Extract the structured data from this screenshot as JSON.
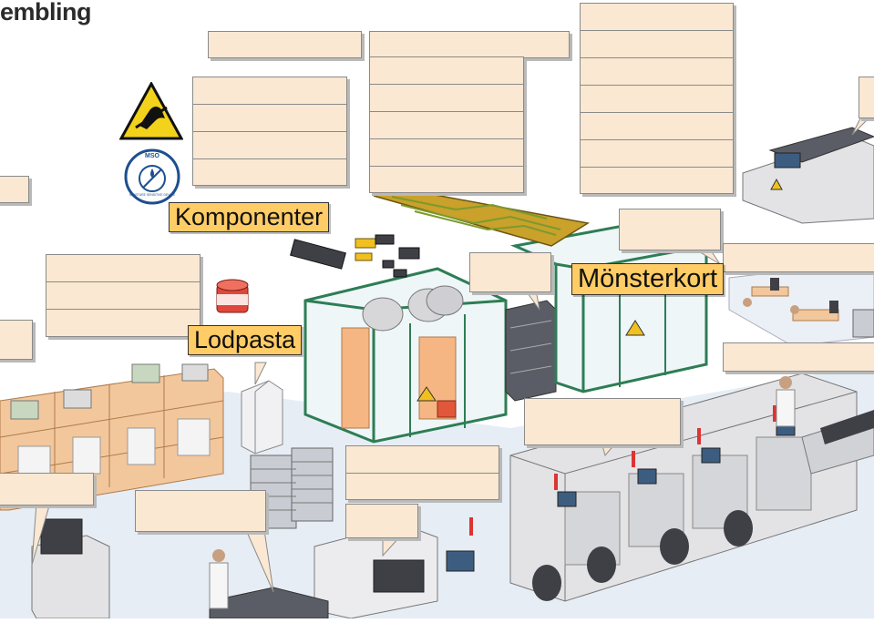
{
  "title": "embling",
  "labels": {
    "komponenter": "Komponenter",
    "lodpasta": "Lodpasta",
    "monsterkort": "Mönsterkort"
  },
  "esd_badge_text": "MSO",
  "msd_badge_text": "MOISTURE SENSITIVE DEVICES",
  "colors": {
    "label_fill": "#ffcc66",
    "callout_fill": "#fbe8d2",
    "callout_border": "#8a8a8a",
    "glass_frame": "#2e7d55",
    "floor": "#e6edf5",
    "machine": "#e3e3e6",
    "shelf_wood": "#f2c79c"
  },
  "icons": [
    "esd-warning-icon",
    "msd-badge-icon",
    "solder-paste-jar-icon"
  ]
}
